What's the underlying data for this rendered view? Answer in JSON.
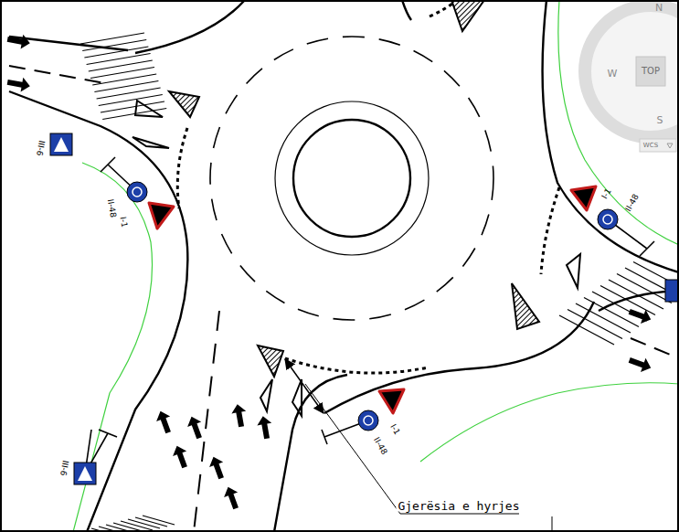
{
  "diagram": {
    "labels": [
      "III-6",
      "II-48",
      "I-1",
      "I-1",
      "II-48",
      "I-1",
      "II-48",
      "III-6",
      "Gjerësia e hyrjes",
      "N",
      "W",
      "TOP",
      "S",
      "WCS"
    ]
  }
}
